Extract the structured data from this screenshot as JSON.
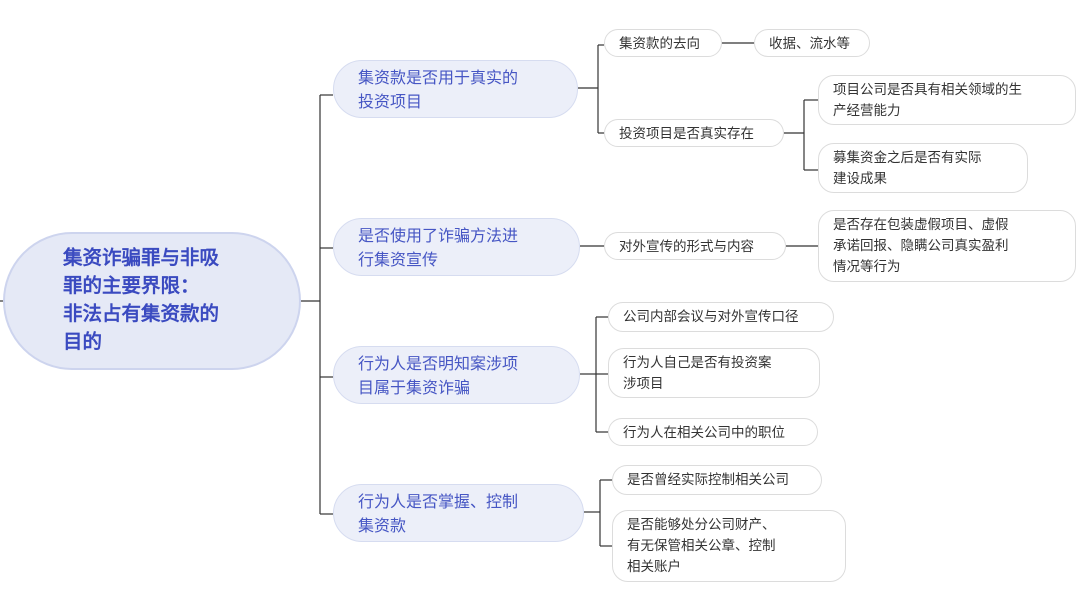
{
  "root": {
    "lines": [
      "集资诈骗罪与非吸",
      "罪的主要界限：",
      "非法占有集资款的",
      "目的"
    ]
  },
  "branches": [
    {
      "lines": [
        "集资款是否用于真实的",
        "投资项目"
      ],
      "children": [
        {
          "lines": [
            "集资款的去向"
          ],
          "children": [
            {
              "lines": [
                "收据、流水等"
              ]
            }
          ]
        },
        {
          "lines": [
            "投资项目是否真实存在"
          ],
          "children": [
            {
              "lines": [
                "项目公司是否具有相关领域的生",
                "产经营能力"
              ]
            },
            {
              "lines": [
                "募集资金之后是否有实际",
                "建设成果"
              ]
            }
          ]
        }
      ]
    },
    {
      "lines": [
        "是否使用了诈骗方法进",
        "行集资宣传"
      ],
      "children": [
        {
          "lines": [
            "对外宣传的形式与内容"
          ],
          "children": [
            {
              "lines": [
                "是否存在包装虚假项目、虚假",
                "承诺回报、隐瞒公司真实盈利",
                "情况等行为"
              ]
            }
          ]
        }
      ]
    },
    {
      "lines": [
        "行为人是否明知案涉项",
        "目属于集资诈骗"
      ],
      "children": [
        {
          "lines": [
            "公司内部会议与对外宣传口径"
          ]
        },
        {
          "lines": [
            "行为人自己是否有投资案",
            "涉项目"
          ]
        },
        {
          "lines": [
            "行为人在相关公司中的职位"
          ]
        }
      ]
    },
    {
      "lines": [
        "行为人是否掌握、控制",
        "集资款"
      ],
      "children": [
        {
          "lines": [
            "是否曾经实际控制相关公司"
          ]
        },
        {
          "lines": [
            "是否能够处分公司财产、",
            "有无保管相关公章、控制",
            "相关账户"
          ]
        }
      ]
    }
  ],
  "colors": {
    "root_text": "#3a4ac0",
    "branch_text": "#4656c4",
    "line": "#333333"
  }
}
